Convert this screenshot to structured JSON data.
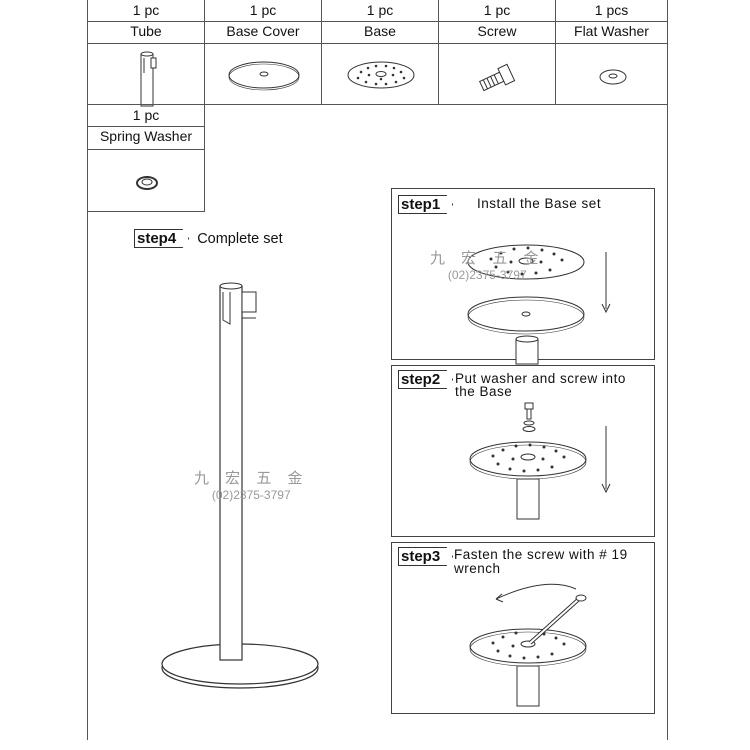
{
  "parts": [
    {
      "qty": "1  pc",
      "name": "Tube",
      "icon": "tube-icon"
    },
    {
      "qty": "1  pc",
      "name": "Base Cover",
      "icon": "base-cover-icon"
    },
    {
      "qty": "1  pc",
      "name": "Base",
      "icon": "base-icon"
    },
    {
      "qty": "1  pc",
      "name": "Screw",
      "icon": "screw-icon"
    },
    {
      "qty": "1  pcs",
      "name": "Flat Washer",
      "icon": "flat-washer-icon"
    },
    {
      "qty": "1  pc",
      "name": "Spring Washer",
      "icon": "spring-washer-icon"
    }
  ],
  "steps": {
    "step1": {
      "tag": "step1",
      "text": "Install  the  Base  set"
    },
    "step2": {
      "tag": "step2",
      "text_line1": "Put  washer  and  screw  into",
      "text_line2": "the  Base"
    },
    "step3": {
      "tag": "step3",
      "text_line1": "Fasten  the  screw  with  # 19",
      "text_line2": "wrench"
    },
    "step4": {
      "tag": "step4",
      "text": "Complete  set"
    }
  },
  "watermark": {
    "chinese": "九 宏 五 金",
    "phone": "(02)2375-3797"
  }
}
